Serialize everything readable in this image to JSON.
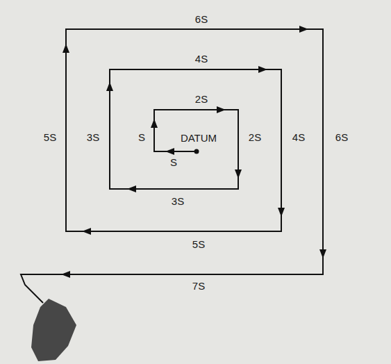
{
  "diagram": {
    "labels": [
      "6S",
      "4S",
      "2S",
      "5S",
      "3S",
      "S",
      "DATUM",
      "S",
      "2S",
      "4S",
      "6S",
      "3S",
      "5S",
      "7S"
    ]
  }
}
